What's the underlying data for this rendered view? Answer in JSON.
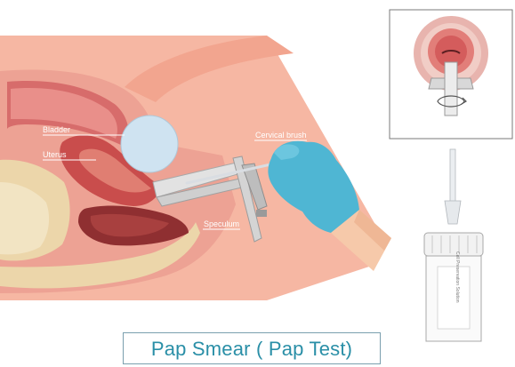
{
  "labels": {
    "bladder": "Bladder",
    "uterus": "Uterus",
    "cervical_brush": "Cervical brush",
    "speculum": "Speculum"
  },
  "vial_label": "Cell Preservation Solution",
  "title": "Pap Smear ( Pap Test)",
  "colors": {
    "background_panel": "#f6b7a3",
    "tissue_outer": "#eda294",
    "muscle": "#d76c6b",
    "uterus": "#c94d4c",
    "rectum": "#8f2f31",
    "bladder": "#cfe3f1",
    "fat": "#ecd6aa",
    "glove": "#4fb6d3",
    "skin": "#f6c9aa",
    "speculum": "#d8d8d8",
    "title": "#2a8fa7"
  },
  "icons": {
    "inset": "cervix-closeup-icon",
    "brush": "cervical-brush-icon",
    "vial": "specimen-vial-icon"
  }
}
